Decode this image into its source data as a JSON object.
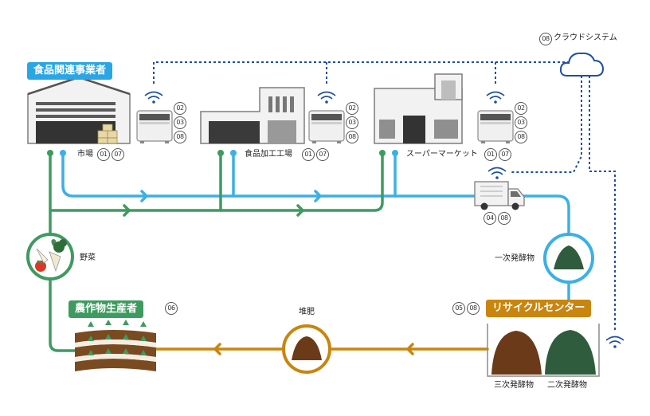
{
  "headers": {
    "food_business": "食品関連事業者",
    "crop_producer": "農作物生産者",
    "recycle_center": "リサイクルセンター"
  },
  "nodes": {
    "market": "市場",
    "factory": "食品加工工場",
    "supermarket": "スーパーマーケット",
    "vegetables": "野菜",
    "compost": "堆肥",
    "primary_ferment": "一次発酵物",
    "secondary_ferment": "二次発酵物",
    "tertiary_ferment": "三次発酵物",
    "cloud": "クラウドシステム"
  },
  "numbers": {
    "market": [
      "01",
      "07"
    ],
    "factory": [
      "01",
      "07"
    ],
    "supermarket": [
      "01",
      "07"
    ],
    "device_1": [
      "02",
      "03",
      "08"
    ],
    "device_2": [
      "02",
      "03",
      "08"
    ],
    "device_3": [
      "02",
      "03",
      "08"
    ],
    "truck": [
      "04",
      "08"
    ],
    "cloud": "08",
    "crop_producer": "06",
    "recycle_center": [
      "05",
      "08"
    ]
  },
  "colors": {
    "blue_flow": "#3bb0e6",
    "green_flow": "#3e9b5f",
    "orange_flow": "#c9850e",
    "network": "#1d4f9e"
  }
}
